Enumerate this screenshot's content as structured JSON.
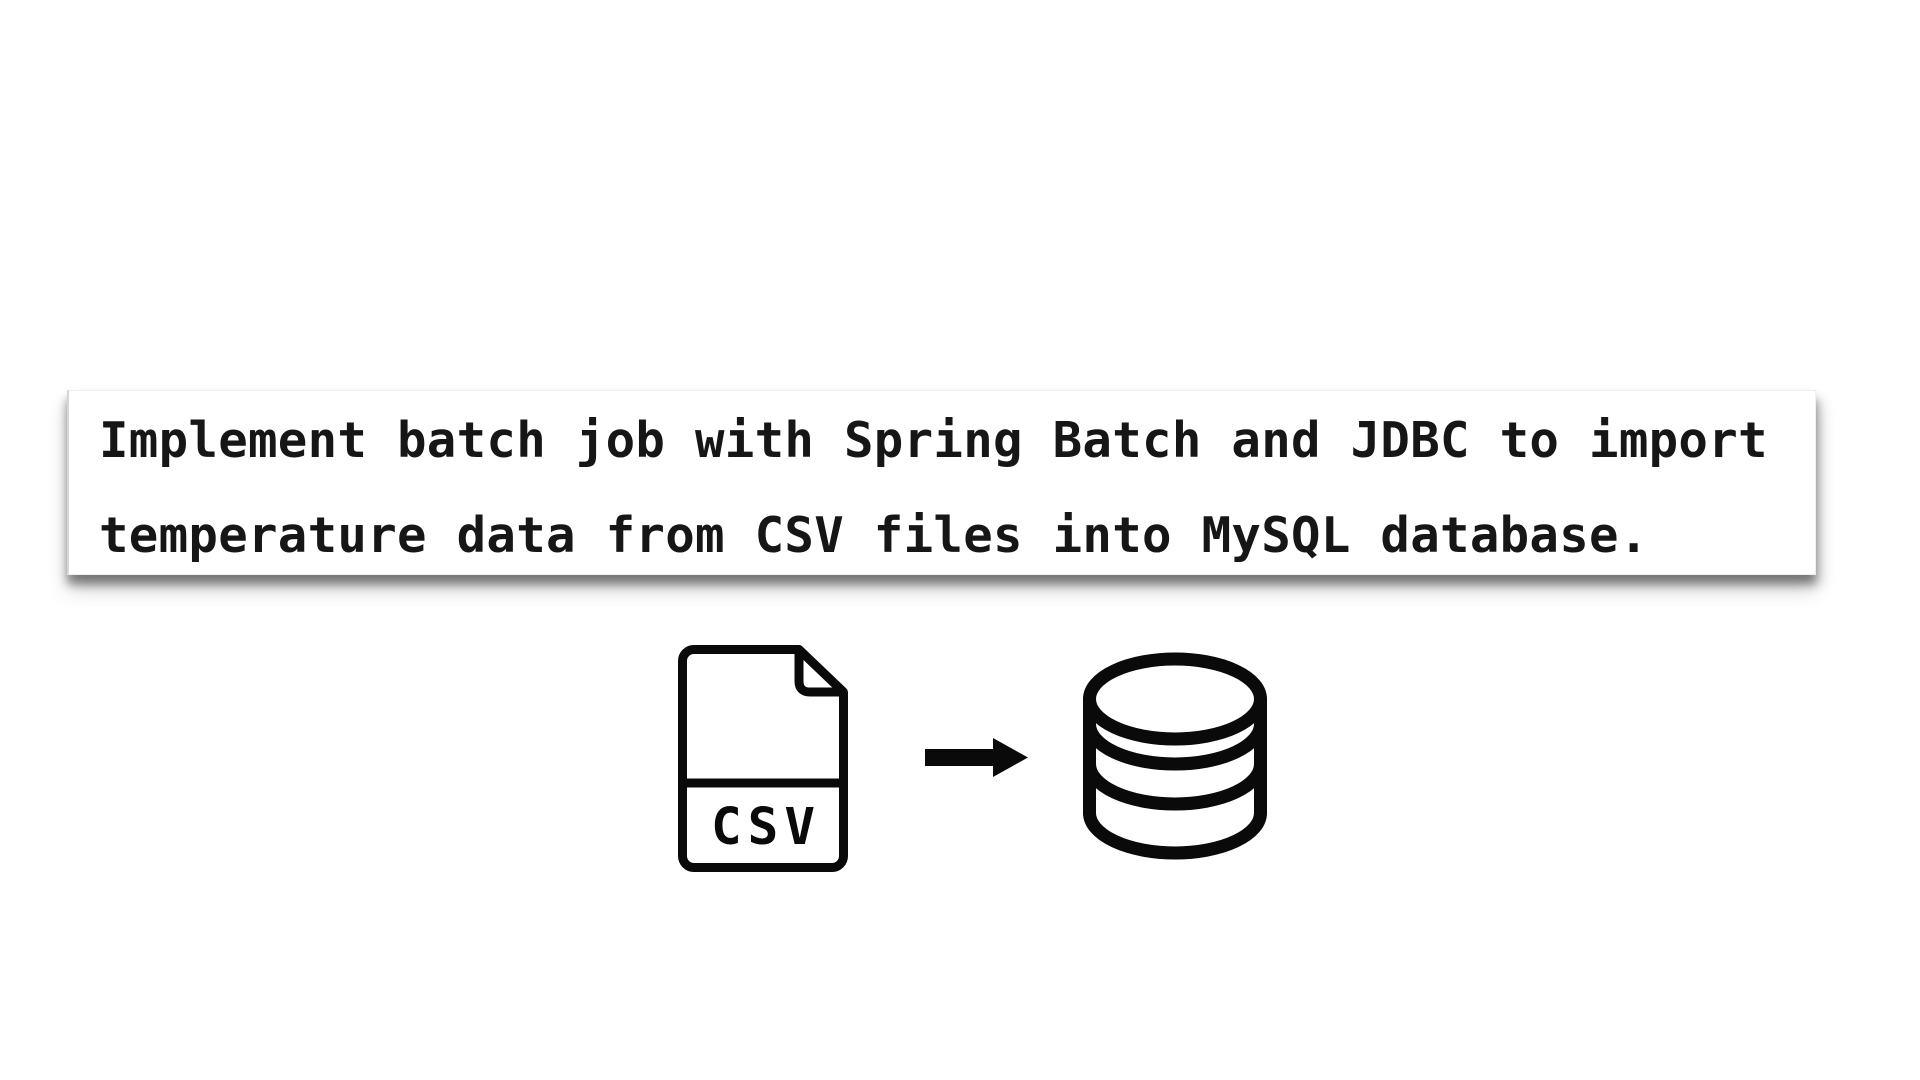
{
  "page": {
    "background": "#ffffff"
  },
  "task_banner": {
    "lines": [
      "Implement batch job with Spring Batch and JDBC to import",
      "temperature data from CSV files into MySQL database."
    ],
    "full_text": "Implement batch job with Spring Batch and JDBC to import temperature data from CSV files into MySQL database.",
    "background": "#ffffff",
    "text_color": "#161616",
    "edge_color": "#d6d6d6"
  },
  "diagram": {
    "csv_icon_label": "CSV",
    "icons": {
      "source": "csv-file-icon",
      "connector": "arrow-right-icon",
      "target": "database-icon"
    },
    "icon_color": "#0a0a0a"
  }
}
